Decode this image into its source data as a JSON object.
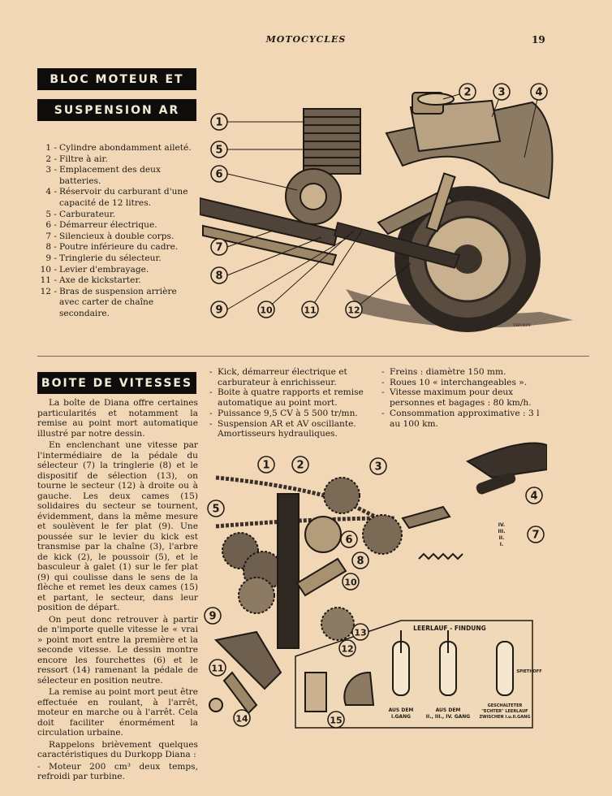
{
  "header": {
    "title": "MOTOCYCLES",
    "page_number": "19"
  },
  "section1": {
    "banner_line1": "BLOC MOTEUR ET",
    "banner_line2": "SUSPENSION AR",
    "legend": [
      {
        "num": "1 -",
        "text": "Cylindre abondamment aileté."
      },
      {
        "num": "2 -",
        "text": "Filtre à air."
      },
      {
        "num": "3 -",
        "text": "Emplacement des deux batteries."
      },
      {
        "num": "4 -",
        "text": "Réservoir du carburant d'une capacité de 12 litres."
      },
      {
        "num": "5 -",
        "text": "Carburateur."
      },
      {
        "num": "6 -",
        "text": "Démarreur électrique."
      },
      {
        "num": "7 -",
        "text": "Silencieux à double corps."
      },
      {
        "num": "8 -",
        "text": "Poutre inférieure du cadre."
      },
      {
        "num": "9 -",
        "text": "Tringlerie du sélecteur."
      },
      {
        "num": "10 -",
        "text": "Levier d'embrayage."
      },
      {
        "num": "11 -",
        "text": "Axe de kickstarter."
      },
      {
        "num": "12 -",
        "text": "Bras de suspension arrière avec carter de chaîne secondaire."
      }
    ],
    "figure_labels": [
      "1",
      "2",
      "3",
      "4",
      "5",
      "6",
      "7",
      "8",
      "9",
      "10",
      "11",
      "12"
    ],
    "figure_signature": "THURIN"
  },
  "section2": {
    "banner": "BOITE DE VITESSES",
    "paragraphs": [
      "La boîte de Diana offre certaines particularités et notamment la remise au point mort automatique illustré par notre dessin.",
      "En enclenchant une vitesse par l'intermédiaire de la pédale du sélecteur (7) la tringlerie (8) et le dispositif de sélection (13), on tourne le secteur (12) à droite ou à gauche. Les deux cames (15) solidaires du secteur se tournent, évidemment, dans la même mesure et soulèvent le fer plat (9). Une poussée sur le levier du kick est transmise par la chaîne (3), l'arbre de kick (2), le poussoir (5), et le basculeur à galet (1) sur le fer plat (9) qui coulisse dans le sens de la flèche et remet les deux cames (15) et partant, le secteur, dans leur position de départ.",
      "On peut donc retrouver à partir de n'importe quelle vitesse le « vrai » point mort entre la première et la seconde vitesse. Le dessin montre encore les fourchettes (6) et le ressort (14) ramenant la pédale de sélecteur en position neutre.",
      "La remise au point mort peut être effectuée en roulant, à l'arrêt, moteur en marche ou à l'arrêt. Cela doit faciliter énormément la circulation urbaine.",
      "Rappelons brièvement quelques caractéristiques du Durkopp Diana :"
    ],
    "bullet_first": "- Moteur 200 cm³ deux temps, refroidi par turbine.",
    "specs_col1": [
      "Kick, démarreur électrique et carburateur à enrichisseur.",
      "Boite à quatre rapports et remise automatique au point mort.",
      "Puissance 9,5 CV à 5 500 tr/mn.",
      "Suspension AR et AV oscillante. Amortisseurs hydrauliques."
    ],
    "specs_col2": [
      "Freins : diamètre 150 mm.",
      "Roues 10 « interchangeables ».",
      "Vitesse maximum pour deux personnes et bagages : 80 km/h.",
      "Consommation approximative : 3 l au 100 km."
    ],
    "figure_labels": [
      "1",
      "2",
      "3",
      "4",
      "5",
      "6",
      "7",
      "8",
      "9",
      "10",
      "11",
      "12",
      "13",
      "14",
      "15"
    ],
    "inset": {
      "title": "LEERLAUF - FINDUNG",
      "col1_line1": "AUS DEM",
      "col1_line2": "I.GANG",
      "col2_line1": "AUS DEM",
      "col2_line2": "II., III., IV. GANG",
      "col3_line1": "GESCHALTETER",
      "col3_line2": "\"ECHTER\" LEERLAUF",
      "col3_line3": "ZWISCHEN I.u.II.GANG",
      "gear_marks": [
        "IV.",
        "III.",
        "II.",
        "I."
      ],
      "signature": "SPIETHOFF"
    }
  }
}
